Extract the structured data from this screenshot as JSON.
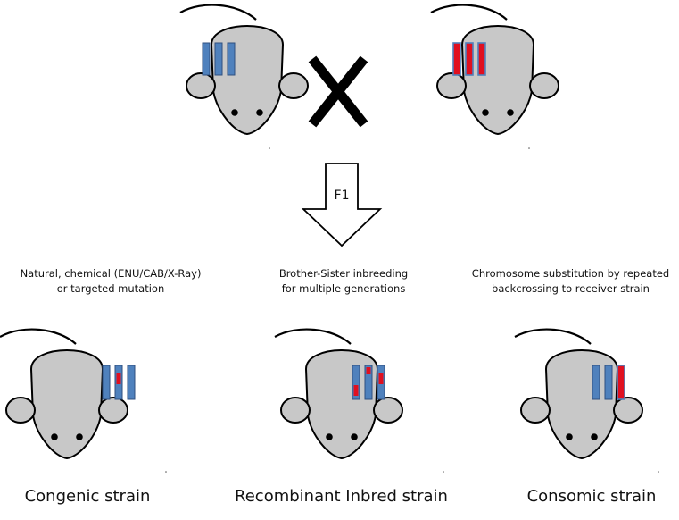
{
  "arrow_label": "F1",
  "columns": [
    {
      "description_lines": [
        "Natural, chemical (ENU/CAB/X-Ray)",
        "or targeted mutation"
      ],
      "strain_name": "Congenic strain"
    },
    {
      "description_lines": [
        "Brother-Sister inbreeding",
        "for multiple generations"
      ],
      "strain_name": "Recombinant Inbred strain"
    },
    {
      "description_lines": [
        "Chromosome substitution by repeated",
        "backcrossing to receiver strain"
      ],
      "strain_name": "Consomic strain"
    }
  ],
  "colors": {
    "mouse_body": "#c8c8c8",
    "outline": "#000000",
    "chromosome_blue": "#4f81bd",
    "chromosome_red": "#e01020"
  },
  "icons": [
    "mouse-icon",
    "cross-icon",
    "down-arrow-icon"
  ]
}
